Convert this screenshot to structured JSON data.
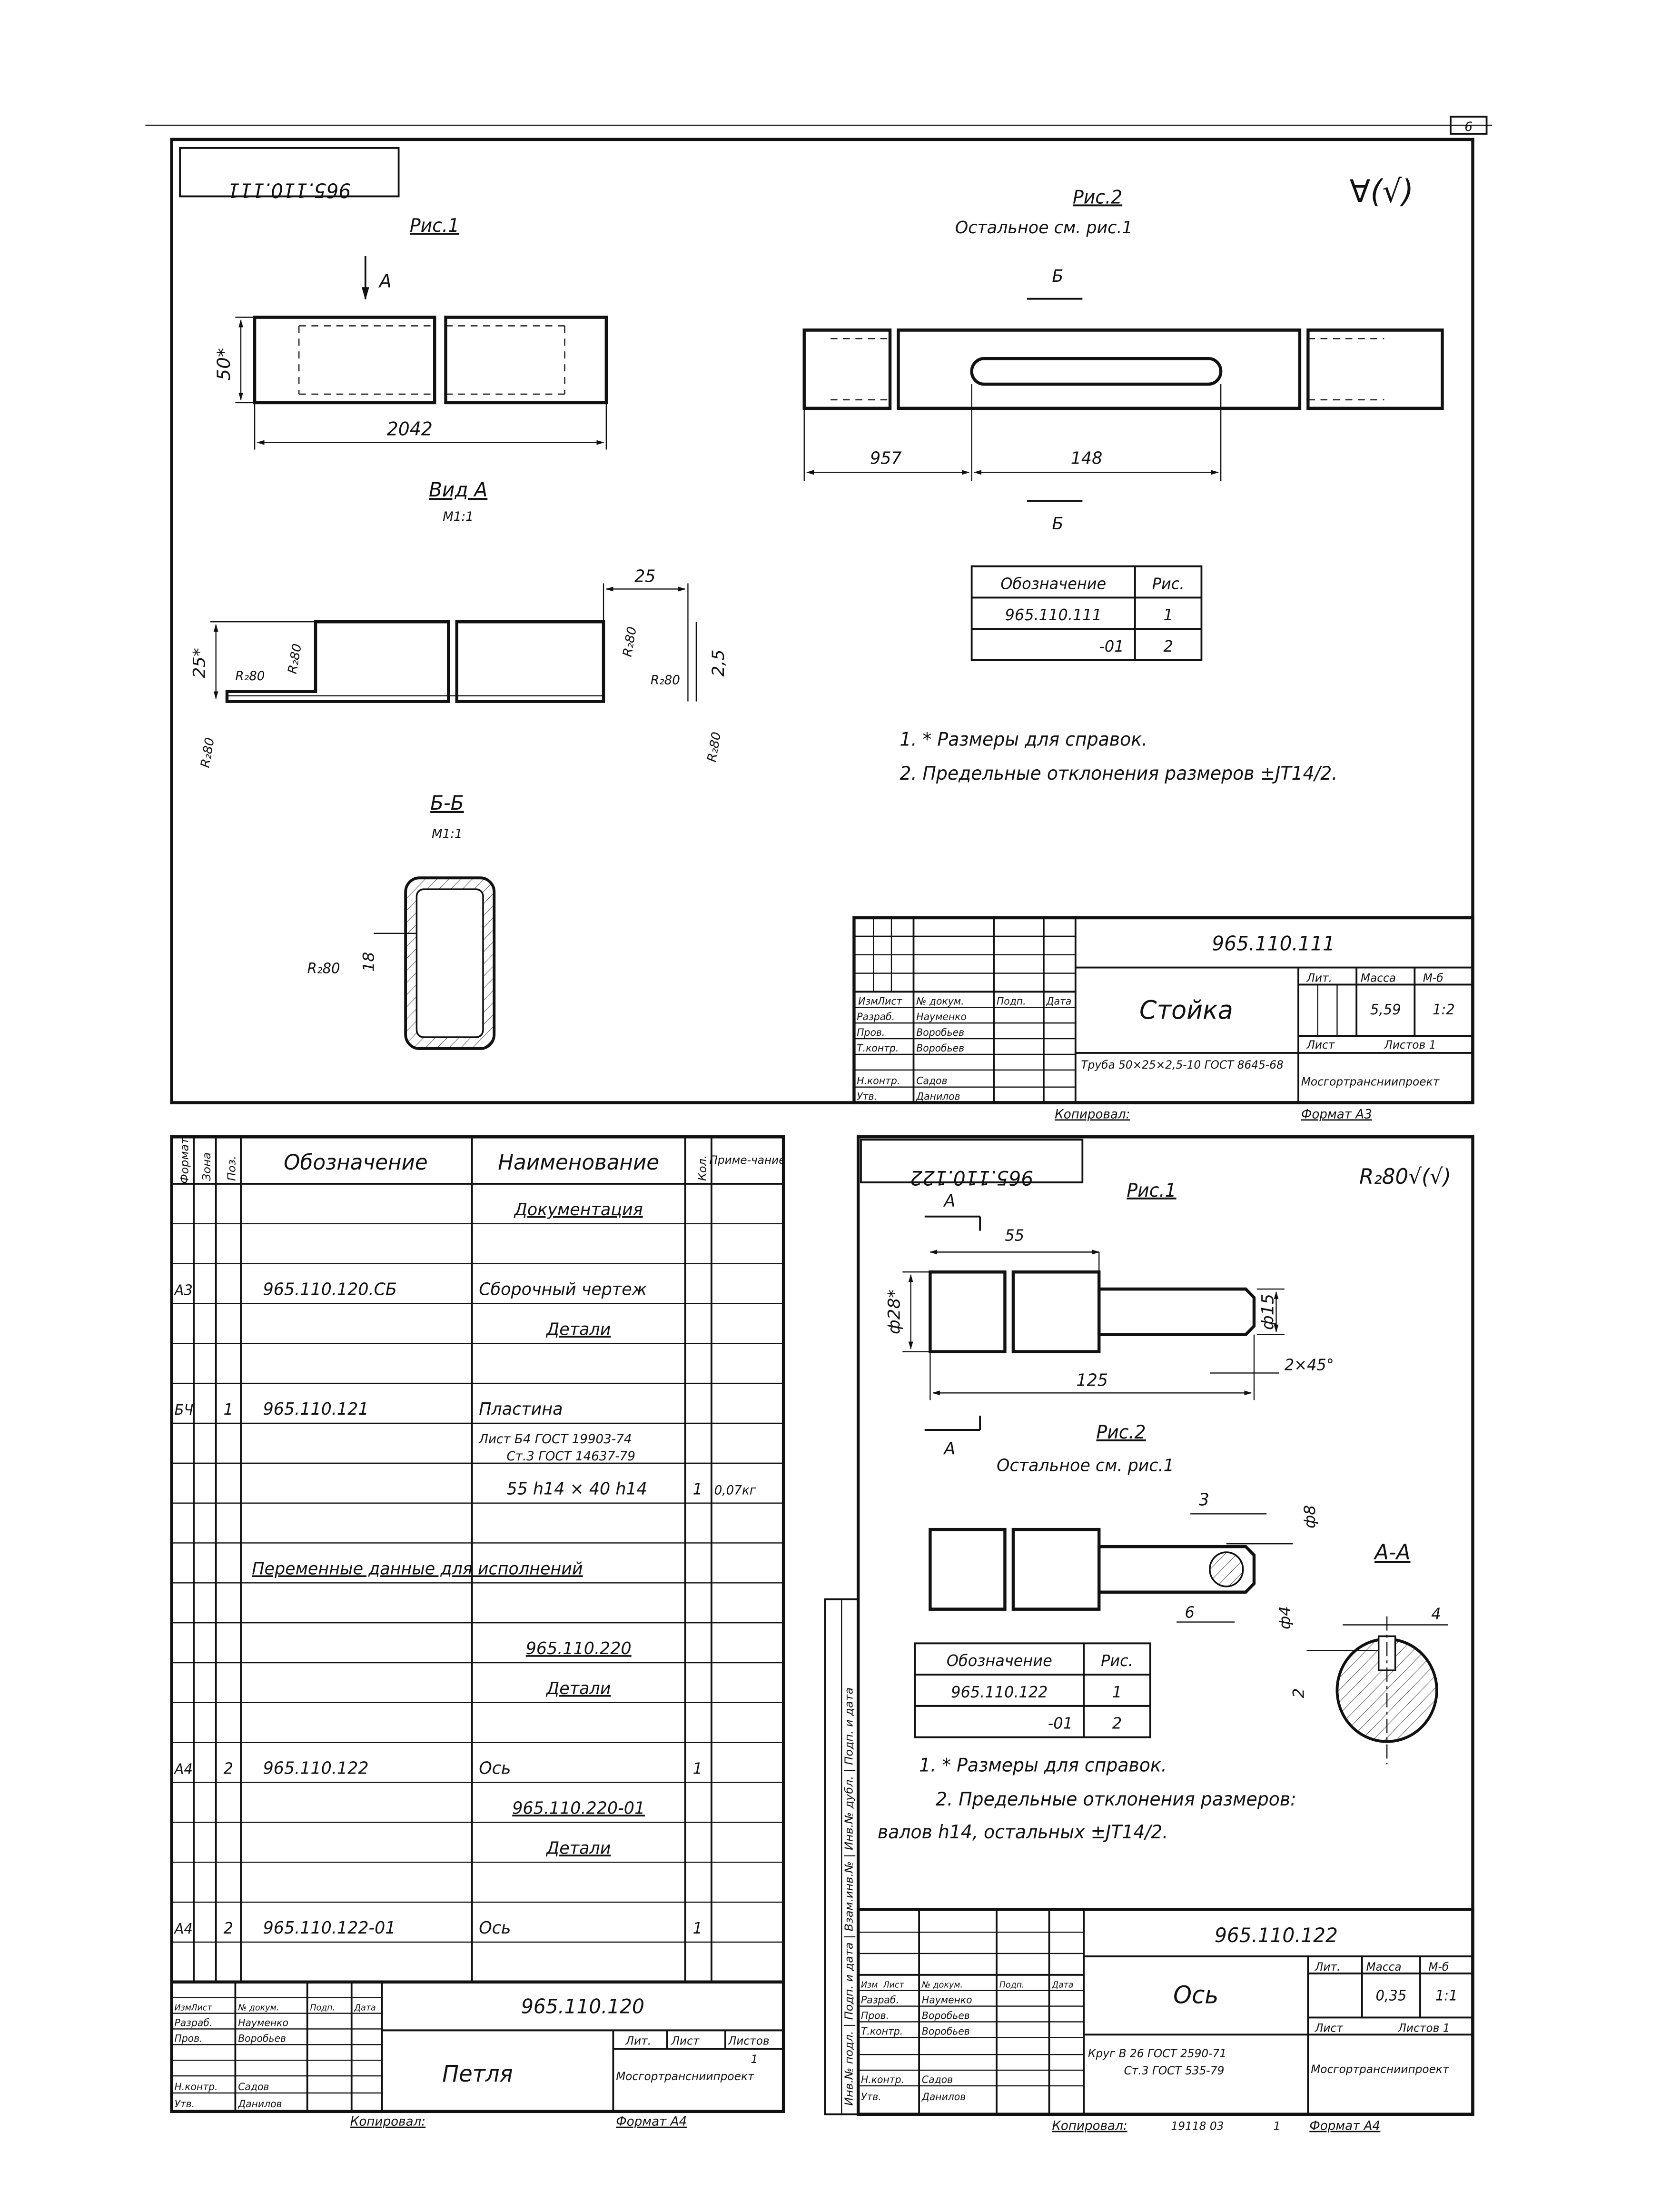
{
  "page_number": "6",
  "sheet_top": {
    "stamp_code_mirrored": "965.110.111",
    "roughness_mark": "∀(√)",
    "fig1": {
      "title": "Рис.1",
      "view_arrow_label": "A",
      "dim_height": "50*",
      "dim_length": "2042",
      "view_a_title": "Вид А",
      "view_a_scale": "М1:1",
      "dim_25_top": "25",
      "dim_25_left": "25*",
      "dim_2_5": "2,5",
      "radius_labels": [
        "R₂80",
        "R₂80",
        "R₂80",
        "R₂80",
        "R₂80",
        "R₂80"
      ],
      "section_title": "Б-Б",
      "section_scale": "М1:1",
      "section_dim": "18",
      "section_radius": "R₂80"
    },
    "fig2": {
      "title": "Рис.2",
      "subtitle": "Остальное см. рис.1",
      "section_label_top": "Б",
      "section_label_bottom": "Б",
      "dim_957": "957",
      "dim_148": "148"
    },
    "variants_table": {
      "headers": [
        "Обозначение",
        "Рис."
      ],
      "rows": [
        [
          "965.110.111",
          "1"
        ],
        [
          "-01",
          "2"
        ]
      ]
    },
    "notes": [
      "1. * Размеры для справок.",
      "2. Предельные отклонения размеров ±JT14/2."
    ],
    "title_block": {
      "designation": "965.110.111",
      "name": "Стойка",
      "col_headers": [
        "Изм",
        "Лист",
        "№ докум.",
        "Подп.",
        "Дата"
      ],
      "roles": [
        "Разраб.",
        "Пров.",
        "Т.контр.",
        "Н.контр.",
        "Утв."
      ],
      "people": [
        "Науменко",
        "Воробьев",
        "Воробьев",
        "Садов",
        "Данилов"
      ],
      "lit_label": "Лит.",
      "mass_label": "Масса",
      "scale_label": "М-б",
      "mass": "5,59",
      "scale": "1:2",
      "sheet_label": "Лист",
      "sheets_label": "Листов 1",
      "material": "Труба 50×25×2,5-10 ГОСТ 8645-68",
      "org": "Мосгортрансниипроект",
      "copied": "Копировал:",
      "format": "Формат А3"
    }
  },
  "sheet_left": {
    "headers": [
      "Формат",
      "Зона",
      "Поз.",
      "Обозначение",
      "Наименование",
      "Кол.",
      "Приме-чание"
    ],
    "rows": [
      {
        "format": "",
        "zone": "",
        "pos": "",
        "designation": "",
        "name": "Документация",
        "qty": "",
        "note": "",
        "section": true
      },
      {
        "format": "А3",
        "zone": "",
        "pos": "",
        "designation": "965.110.120.СБ",
        "name": "Сборочный чертеж",
        "qty": "",
        "note": ""
      },
      {
        "format": "",
        "zone": "",
        "pos": "",
        "designation": "",
        "name": "Детали",
        "qty": "",
        "note": "",
        "section": true
      },
      {
        "format": "БЧ",
        "zone": "",
        "pos": "1",
        "designation": "965.110.121",
        "name": "Пластина",
        "qty": "",
        "note": ""
      },
      {
        "format": "",
        "zone": "",
        "pos": "",
        "designation": "",
        "name": "Лист Б4 ГОСТ 19903-74 / Ст.3 ГОСТ 14637-79",
        "qty": "",
        "note": ""
      },
      {
        "format": "",
        "zone": "",
        "pos": "",
        "designation": "",
        "name": "55 h14 × 40 h14",
        "qty": "1",
        "note": "0,07кг"
      },
      {
        "format": "",
        "zone": "",
        "pos": "",
        "designation": "",
        "name": "Переменные данные для исполнений",
        "qty": "",
        "note": "",
        "section": true
      },
      {
        "format": "",
        "zone": "",
        "pos": "",
        "designation": "",
        "name": "965.110.220",
        "qty": "",
        "note": "",
        "section": true
      },
      {
        "format": "",
        "zone": "",
        "pos": "",
        "designation": "",
        "name": "Детали",
        "qty": "",
        "note": "",
        "section": true
      },
      {
        "format": "А4",
        "zone": "",
        "pos": "2",
        "designation": "965.110.122",
        "name": "Ось",
        "qty": "1",
        "note": ""
      },
      {
        "format": "",
        "zone": "",
        "pos": "",
        "designation": "",
        "name": "965.110.220-01",
        "qty": "",
        "note": "",
        "section": true
      },
      {
        "format": "",
        "zone": "",
        "pos": "",
        "designation": "",
        "name": "Детали",
        "qty": "",
        "note": "",
        "section": true
      },
      {
        "format": "А4",
        "zone": "",
        "pos": "2",
        "designation": "965.110.122-01",
        "name": "Ось",
        "qty": "1",
        "note": ""
      }
    ],
    "title_block": {
      "designation": "965.110.120",
      "name": "Петля",
      "col_headers": [
        "Изм",
        "Лист",
        "№ докум.",
        "Подп.",
        "Дата"
      ],
      "roles": [
        "Разраб.",
        "Пров.",
        "Н.контр.",
        "Утв."
      ],
      "people": [
        "Науменко",
        "Воробьев",
        "Садов",
        "Данилов"
      ],
      "lit_label": "Лит.",
      "sheet_label": "Лист",
      "sheets_label": "Листов",
      "sheet_no": "1",
      "org": "Мосгортрансниипроект",
      "copied": "Копировал:",
      "format": "Формат А4"
    }
  },
  "sheet_right": {
    "stamp_code_mirrored": "965.110.122",
    "roughness_mark": "R₂80√(√)",
    "fig1": {
      "title": "Рис.1",
      "section_label_top": "A",
      "section_label_bottom": "A",
      "dim_55": "55",
      "dim_d28": "ф28*",
      "dim_d15": "ф15",
      "dim_chamfer": "2×45°",
      "dim_125": "125"
    },
    "fig2": {
      "title": "Рис.2",
      "subtitle": "Остальное см. рис.1",
      "dim_3": "3",
      "dim_d8": "ф8",
      "dim_6": "6",
      "dim_d4": "ф4",
      "section_title": "А-А",
      "dim_4": "4",
      "dim_2": "2"
    },
    "variants_table": {
      "headers": [
        "Обозначение",
        "Рис."
      ],
      "rows": [
        [
          "965.110.122",
          "1"
        ],
        [
          "-01",
          "2"
        ]
      ]
    },
    "notes": [
      "1. * Размеры для справок.",
      "2. Предельные отклонения размеров:",
      "валов h14, остальных ±JT14/2."
    ],
    "side_strip": "Инв.№ подл. | Подп. и дата | Взам.инв.№ | Инв.№ дубл. | Подп. и дата",
    "title_block": {
      "designation": "965.110.122",
      "name": "Ось",
      "col_headers": [
        "Изм",
        "Лист",
        "№ докум.",
        "Подп.",
        "Дата"
      ],
      "roles": [
        "Разраб.",
        "Пров.",
        "Т.контр.",
        "Н.контр.",
        "Утв."
      ],
      "people": [
        "Науменко",
        "Воробьев",
        "Воробьев",
        "Садов",
        "Данилов"
      ],
      "lit_label": "Лит.",
      "mass_label": "Масса",
      "scale_label": "М-б",
      "mass": "0,35",
      "scale": "1:1",
      "sheet_label": "Лист",
      "sheets_label": "Листов 1",
      "material_1": "Круг В 26 ГОСТ 2590-71",
      "material_2": "Ст.3 ГОСТ 535-79",
      "org": "Мосгортрансниипроект",
      "copied": "Копировал:",
      "copy_number": "19118 03",
      "copy_sheet": "1",
      "format": "Формат А4"
    }
  }
}
